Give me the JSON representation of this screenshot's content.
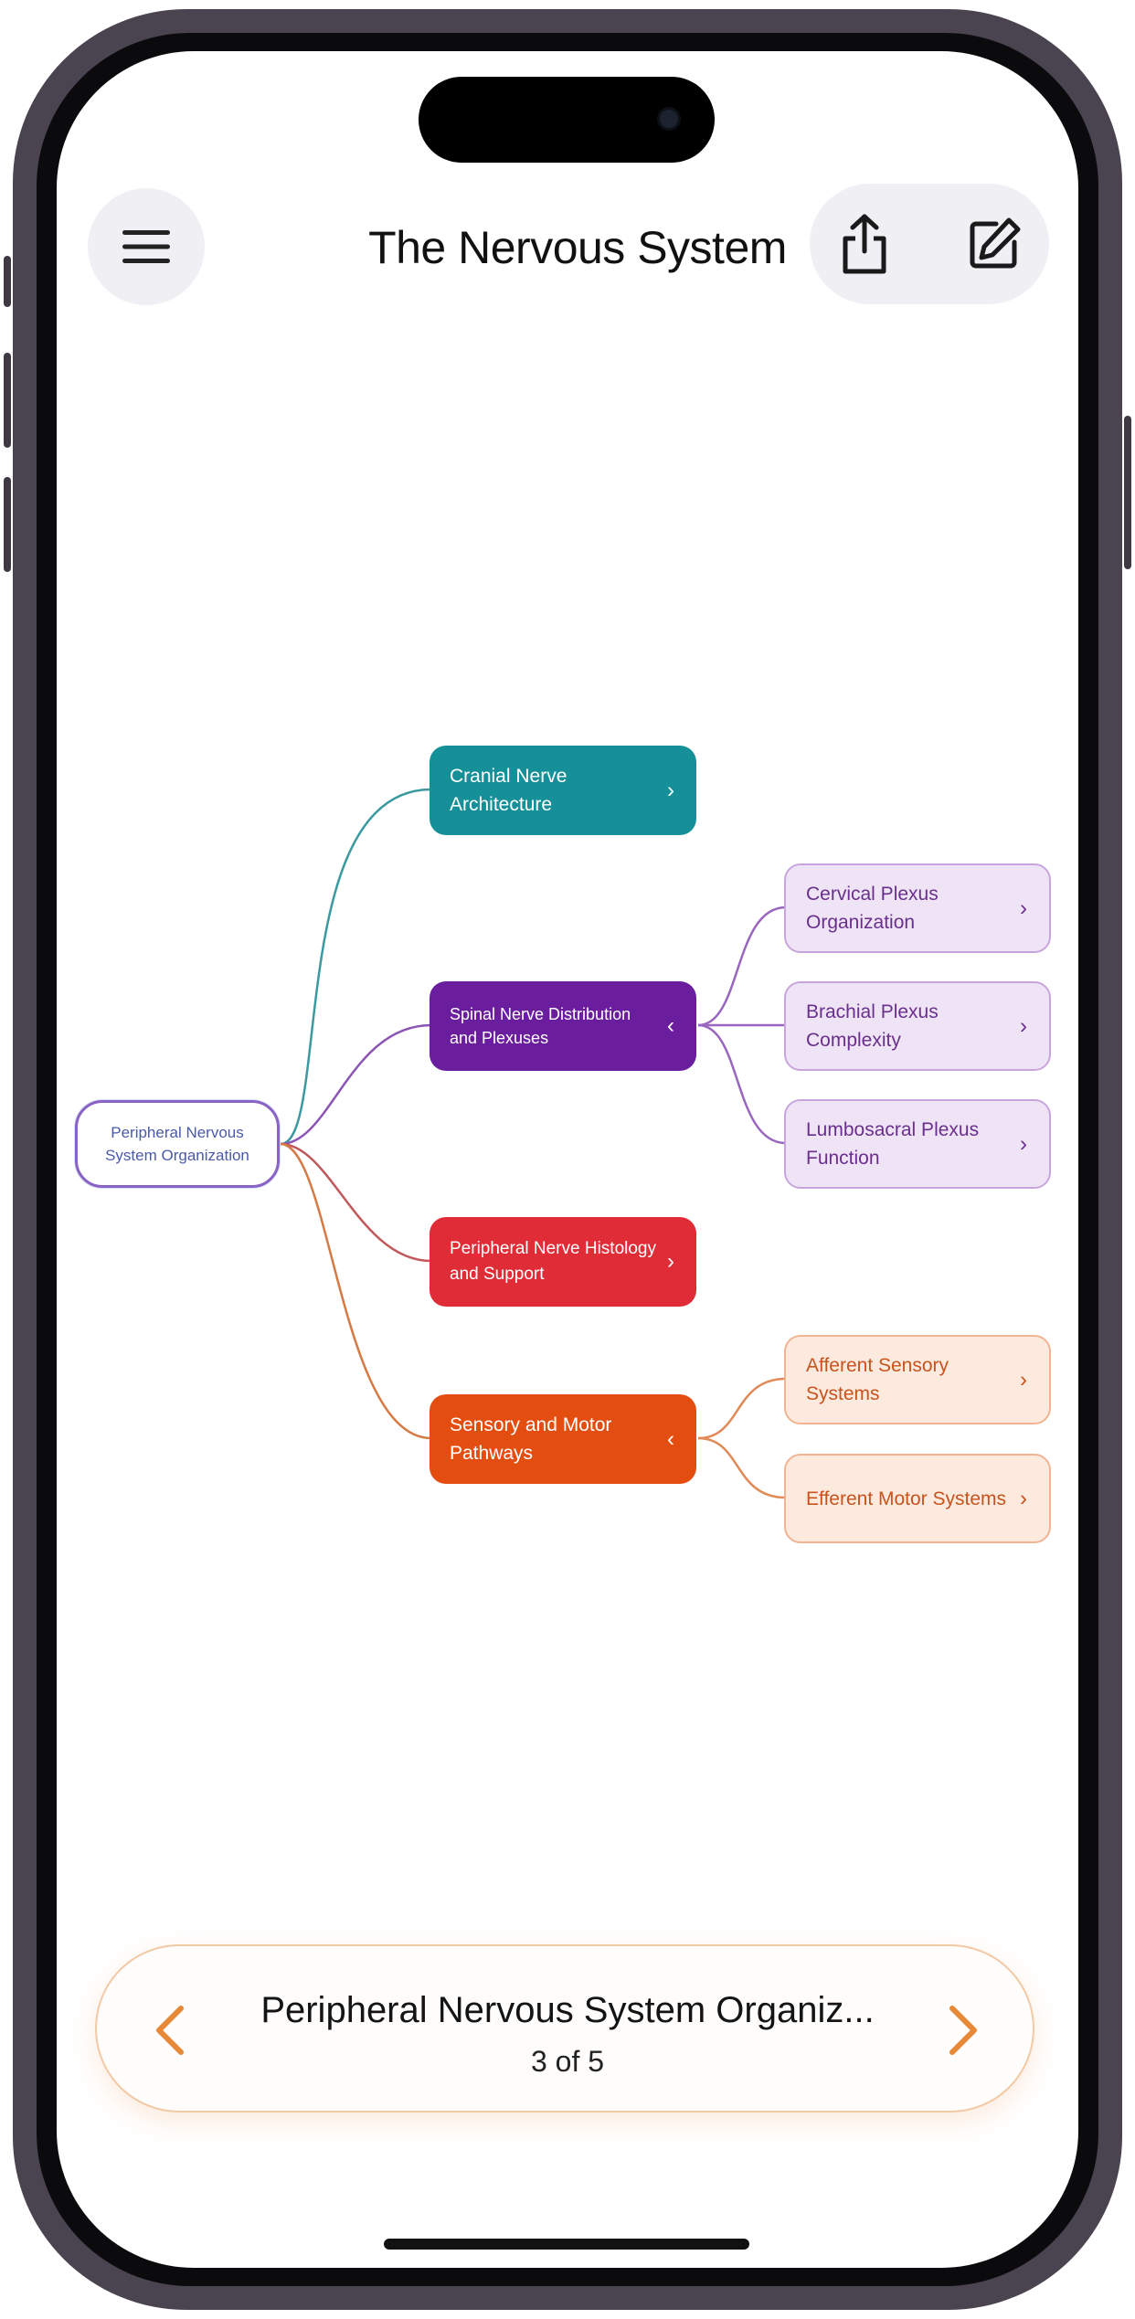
{
  "header": {
    "title": "The Nervous System",
    "menu_icon": "hamburger-menu-icon",
    "share_icon": "share-icon",
    "edit_icon": "edit-icon"
  },
  "mindmap": {
    "root": {
      "label": "Peripheral Nervous System Organization"
    },
    "branches": [
      {
        "label": "Cranial Nerve Architecture",
        "chevron": "›",
        "color": "#158f98"
      },
      {
        "label": "Spinal Nerve Distribution and Plexuses",
        "chevron": "‹",
        "color": "#6a1d9c",
        "children": [
          {
            "label": "Cervical Plexus Organization",
            "chevron": "›"
          },
          {
            "label": "Brachial Plexus Complexity",
            "chevron": "›"
          },
          {
            "label": "Lumbosacral Plexus Function",
            "chevron": "›"
          }
        ]
      },
      {
        "label": "Peripheral Nerve Histology and Support",
        "chevron": "›",
        "color": "#df2c36"
      },
      {
        "label": "Sensory and Motor Pathways",
        "chevron": "‹",
        "color": "#e34e10",
        "children": [
          {
            "label": "Afferent Sensory Systems",
            "chevron": "›"
          },
          {
            "label": "Efferent Motor Systems",
            "chevron": "›"
          }
        ]
      }
    ]
  },
  "bottom_nav": {
    "title": "Peripheral Nervous System Organiz...",
    "count": "3 of 5",
    "prev_icon": "chevron-left-icon",
    "next_icon": "chevron-right-icon",
    "accent": "#e8893a"
  }
}
